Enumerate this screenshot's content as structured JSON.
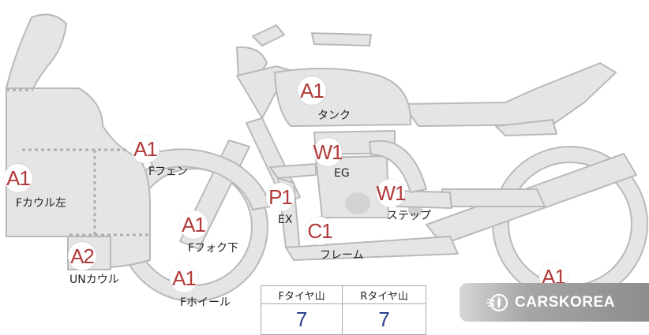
{
  "grades": {
    "tank": "A1",
    "f_fender": "A1",
    "f_cowl_left": "A1",
    "eg": "W1",
    "ex": "P1",
    "step": "W1",
    "f_fork_lower": "A1",
    "frame": "C1",
    "un_cowl": "A2",
    "f_wheel": "A1",
    "rear": "A1"
  },
  "parts": {
    "tank": "タンク",
    "f_fender": "Fフェン",
    "f_cowl_left": "Fカウル左",
    "eg": "EG",
    "ex": "EX",
    "step": "ステップ",
    "f_fork_lower": "Fフォク下",
    "frame": "フレーム",
    "un_cowl": "UNカウル",
    "f_wheel": "Fホイール"
  },
  "tire_table": {
    "headers": [
      "Fタイヤ山",
      "Rタイヤ山"
    ],
    "values": [
      "7",
      "7"
    ]
  },
  "logo": {
    "text": "CARSKOREA",
    "icon": "carskorea-flame-logo"
  },
  "colors": {
    "body": "#e5e5e5",
    "outline": "#b8b8b8",
    "grade_text": "#b23a3a",
    "tire_value": "#2a3f8f"
  }
}
